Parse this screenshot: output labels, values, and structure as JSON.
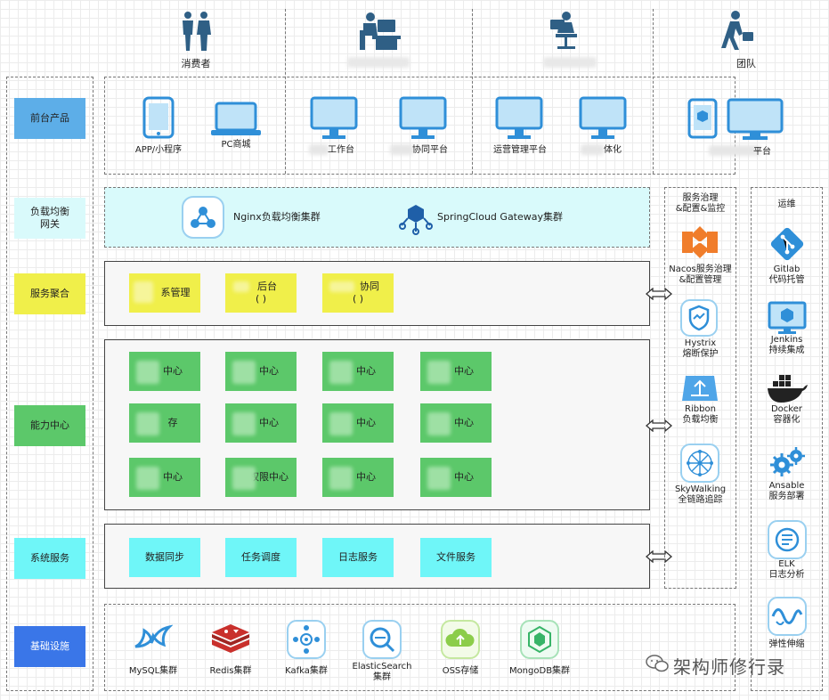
{
  "roles": [
    {
      "label": "消费者",
      "icon": "people-icon"
    },
    {
      "label": "",
      "icon": "desk-worker-icon"
    },
    {
      "label": "",
      "icon": "office-chair-icon"
    },
    {
      "label": "团队",
      "icon": "runner-icon"
    }
  ],
  "layers": {
    "front": "前台产品",
    "gateway": "负载均衡\n网关",
    "aggregate": "服务聚合",
    "capability": "能力中心",
    "system": "系统服务",
    "infra": "基础设施"
  },
  "front_products": [
    {
      "label": "APP/小程序",
      "icon": "tablet-icon"
    },
    {
      "label": "PC商城",
      "icon": "laptop-icon"
    },
    {
      "label": "工作台",
      "icon": "monitor-icon"
    },
    {
      "label": "协同平台",
      "icon": "monitor-icon"
    },
    {
      "label": "运营管理平台",
      "icon": "monitor-icon"
    },
    {
      "label": "体化",
      "icon": "monitor-icon"
    },
    {
      "label": "平台",
      "icon": "devices-icon"
    }
  ],
  "gateway_items": [
    {
      "label": "Nginx负载均衡集群",
      "icon": "nginx-icon"
    },
    {
      "label": "SpringCloud Gateway集群",
      "icon": "gateway-icon"
    }
  ],
  "aggregate_items": [
    {
      "line1": "系管理",
      "line2": ""
    },
    {
      "line1": "后台",
      "line2": "(   )"
    },
    {
      "line1": "协同",
      "line2": "(   )"
    }
  ],
  "capability_rows": [
    [
      "中心",
      "中心",
      "中心",
      "中心"
    ],
    [
      "存",
      "中心",
      "中心",
      "中心"
    ],
    [
      "中心",
      "权限中心",
      "中心",
      "中心"
    ]
  ],
  "system_services": [
    "数据同步",
    "任务调度",
    "日志服务",
    "文件服务"
  ],
  "infra_items": [
    {
      "label": "MySQL集群",
      "icon": "mysql-icon"
    },
    {
      "label": "Redis集群",
      "icon": "redis-icon"
    },
    {
      "label": "Kafka集群",
      "icon": "kafka-icon"
    },
    {
      "label": "ElasticSearch\n集群",
      "icon": "elasticsearch-icon"
    },
    {
      "label": "OSS存储",
      "icon": "oss-icon"
    },
    {
      "label": "MongoDB集群",
      "icon": "mongodb-icon"
    }
  ],
  "governance": {
    "title": "服务治理\n&配置&监控",
    "items": [
      {
        "label": "Nacos服务治理\n&配置管理",
        "icon": "nacos-icon"
      },
      {
        "label": "Hystrix\n熔断保护",
        "icon": "hystrix-icon"
      },
      {
        "label": "Ribbon\n负载均衡",
        "icon": "ribbon-icon"
      },
      {
        "label": "SkyWalking\n全链路追踪",
        "icon": "skywalking-icon"
      }
    ]
  },
  "ops": {
    "title": "运维",
    "items": [
      {
        "label": "Gitlab\n代码托管",
        "icon": "gitlab-icon"
      },
      {
        "label": "Jenkins\n持续集成",
        "icon": "jenkins-icon"
      },
      {
        "label": "Docker\n容器化",
        "icon": "docker-icon"
      },
      {
        "label": "Ansable\n服务部署",
        "icon": "ansible-icon"
      },
      {
        "label": "ELK\n日志分析",
        "icon": "elk-icon"
      },
      {
        "label": "弹性伸缩",
        "icon": "autoscale-icon"
      }
    ]
  },
  "watermark": "架构师修行录",
  "colors": {
    "front": "#5daee8",
    "gateway": "#d9fafb",
    "aggregate": "#f0ef4a",
    "capability": "#5cc86a",
    "system": "#6ff6f8",
    "infra": "#3a76e8",
    "icon_blue": "#2f8fd8"
  }
}
